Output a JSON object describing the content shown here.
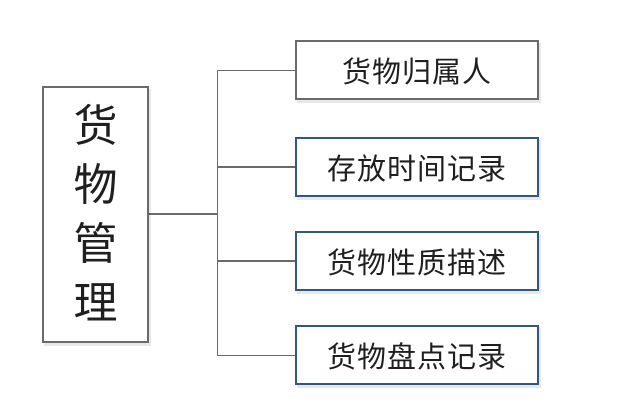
{
  "diagram": {
    "type": "tree",
    "root": {
      "label": "货物管理",
      "label_vertical": "货\n物\n管\n理"
    },
    "children": [
      {
        "label": "货物归属人"
      },
      {
        "label": "存放时间记录"
      },
      {
        "label": "货物性质描述"
      },
      {
        "label": "货物盘点记录"
      }
    ]
  },
  "colors": {
    "background": "#ffffff",
    "border_gray": "#6a6a6a",
    "border_blue": "#2f5788",
    "connector": "#6a6a6a",
    "text": "#1f1f1f",
    "shadow": "#e8e8e8"
  }
}
